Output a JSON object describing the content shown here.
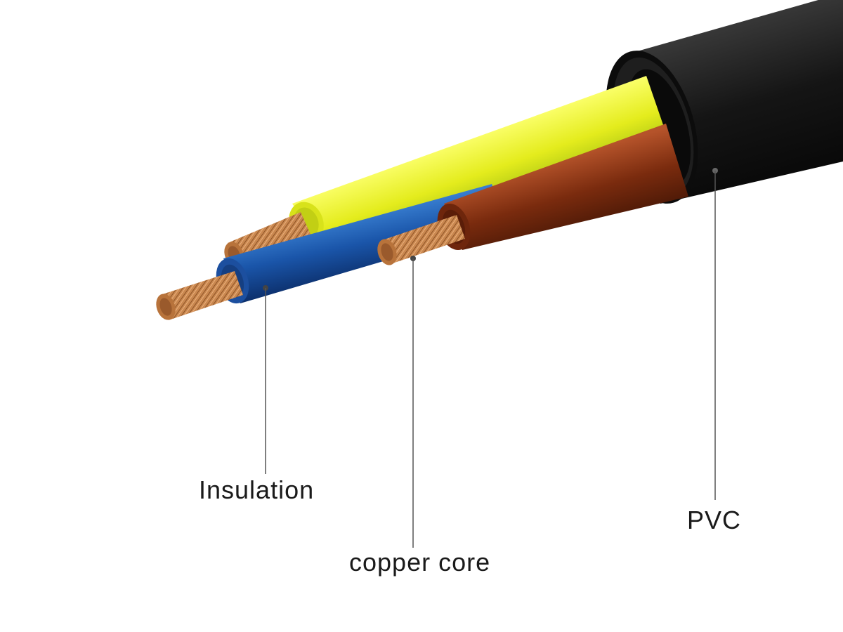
{
  "labels": {
    "insulation": "Insulation",
    "copper_core": "copper core",
    "pvc": "PVC"
  },
  "colors": {
    "sheath": "#141414",
    "yellow_insulation": "#e3ea1c",
    "blue_insulation": "#1d54a8",
    "brown_insulation": "#7c2c10",
    "copper": "#c9874f",
    "leader_line": "#555555"
  },
  "icons": [
    "cable-illustration"
  ]
}
